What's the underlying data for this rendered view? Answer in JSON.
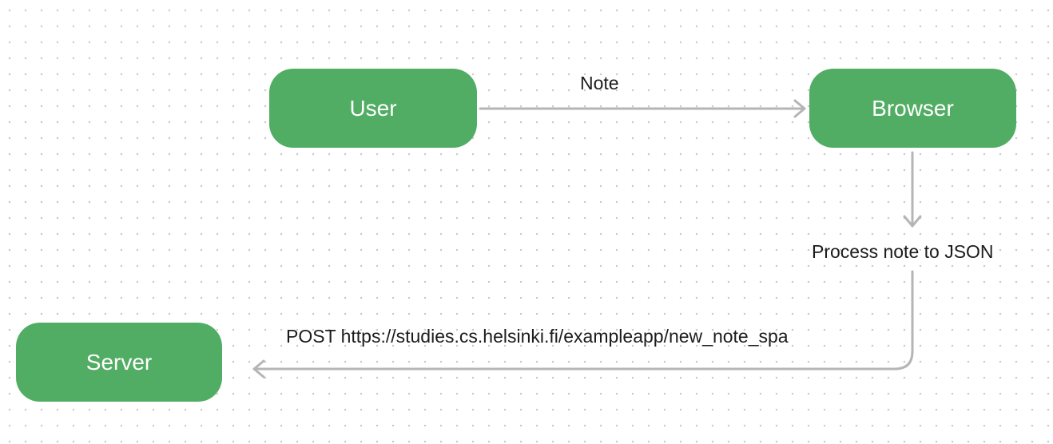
{
  "colors": {
    "node_fill": "#52ad64",
    "node_text": "#ffffff",
    "connector": "#b5b5b5",
    "label_text": "#1c1c1c",
    "grid_dot": "#c9c9c9"
  },
  "nodes": {
    "user": "User",
    "browser": "Browser",
    "server": "Server"
  },
  "edges": {
    "user_to_browser": "Note",
    "browser_process": "Process note to JSON",
    "to_server": "POST https://studies.cs.helsinki.fi/exampleapp/new_note_spa"
  }
}
